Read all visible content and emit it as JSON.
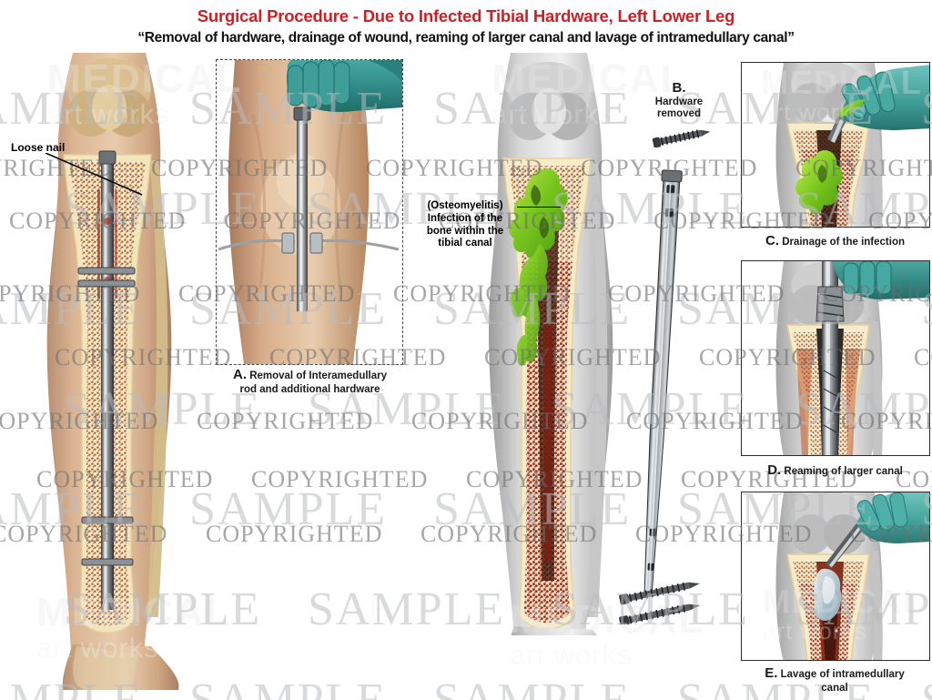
{
  "header": {
    "title": "Surgical Procedure - Due to Infected Tibial Hardware, Left Lower Leg",
    "subtitle": "“Removal of hardware, drainage of wound, reaming of larger canal and lavage of intramedullary canal”",
    "title_color": "#cb2026"
  },
  "annotations": [
    {
      "id": "loose-nail",
      "text": "Loose nail"
    },
    {
      "id": "osteomyelitis",
      "line1": "(Osteomyelitis)",
      "line2": "Infection of the",
      "line3": "bone within the",
      "line4": "tibial canal"
    }
  ],
  "panels": [
    {
      "id": "panel-a",
      "letter": "A.",
      "caption_line1": "Removal of Interamedullary",
      "caption_line2": "rod and additional hardware"
    },
    {
      "id": "panel-b",
      "letter": "B.",
      "caption_line1": "Hardware",
      "caption_line2": "removed"
    },
    {
      "id": "panel-c",
      "letter": "C.",
      "caption_line1": "Drainage of the infection",
      "caption_line2": ""
    },
    {
      "id": "panel-d",
      "letter": "D.",
      "caption_line1": "Reaming of larger canal",
      "caption_line2": ""
    },
    {
      "id": "panel-e",
      "letter": "E.",
      "caption_line1": "Lavage of intramedullary",
      "caption_line2": "canal"
    }
  ],
  "watermark": {
    "copyright_text": "COPYRIGHTED",
    "sample_text": "SAMPLE",
    "brand_line1": "MEDICAL",
    "brand_line2": "art works"
  },
  "palette": {
    "title_red": "#cb2026",
    "bone_cortex": "#f0e2bb",
    "cancellous": "#c8763a",
    "infection_green": "#8ed43a",
    "inflamed_red": "#a8311b",
    "glove_teal": "#3d9b96",
    "metal": "#9fa4a8",
    "skin": "#d8b394",
    "skin_gray": "#c9c9c9"
  }
}
